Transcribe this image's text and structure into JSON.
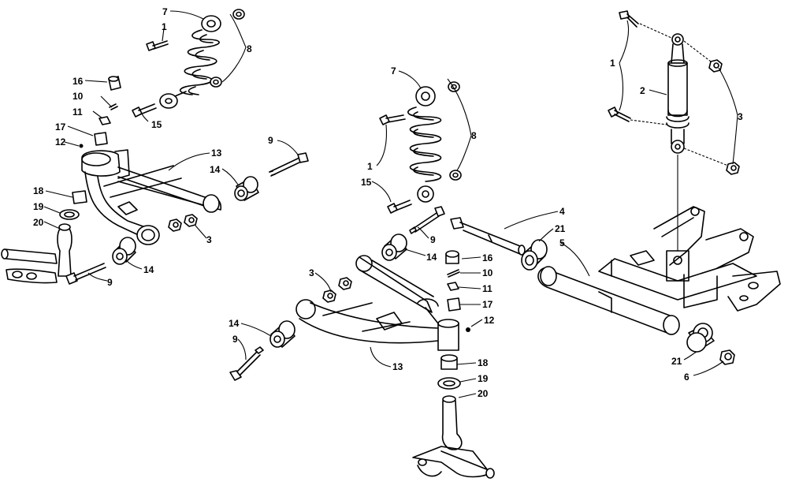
{
  "diagram": {
    "callouts": [
      {
        "id": "l-7-left",
        "text": "7"
      },
      {
        "id": "l-1-left",
        "text": "1"
      },
      {
        "id": "l-8-left",
        "text": "8"
      },
      {
        "id": "l-16-left",
        "text": "16"
      },
      {
        "id": "l-10-left",
        "text": "10"
      },
      {
        "id": "l-11-left",
        "text": "11"
      },
      {
        "id": "l-15-left",
        "text": "15"
      },
      {
        "id": "l-17-left",
        "text": "17"
      },
      {
        "id": "l-12-left",
        "text": "12"
      },
      {
        "id": "l-13-left",
        "text": "13"
      },
      {
        "id": "l-9-left-top",
        "text": "9"
      },
      {
        "id": "l-14-left-top",
        "text": "14"
      },
      {
        "id": "l-18-left",
        "text": "18"
      },
      {
        "id": "l-19-left",
        "text": "19"
      },
      {
        "id": "l-20-left",
        "text": "20"
      },
      {
        "id": "l-3-left",
        "text": "3"
      },
      {
        "id": "l-14-left-bottom",
        "text": "14"
      },
      {
        "id": "l-9-left-bottom",
        "text": "9"
      },
      {
        "id": "l-7-center",
        "text": "7"
      },
      {
        "id": "l-8-center",
        "text": "8"
      },
      {
        "id": "l-1-center",
        "text": "1"
      },
      {
        "id": "l-15-center",
        "text": "15"
      },
      {
        "id": "l-9-center",
        "text": "9"
      },
      {
        "id": "l-14-center",
        "text": "14"
      },
      {
        "id": "l-16-center",
        "text": "16"
      },
      {
        "id": "l-10-center",
        "text": "10"
      },
      {
        "id": "l-11-center",
        "text": "11"
      },
      {
        "id": "l-17-center",
        "text": "17"
      },
      {
        "id": "l-12-center",
        "text": "12"
      },
      {
        "id": "l-3-center",
        "text": "3"
      },
      {
        "id": "l-14-center-bottom",
        "text": "14"
      },
      {
        "id": "l-9-center-bottom",
        "text": "9"
      },
      {
        "id": "l-13-center",
        "text": "13"
      },
      {
        "id": "l-18-center",
        "text": "18"
      },
      {
        "id": "l-19-center",
        "text": "19"
      },
      {
        "id": "l-20-center",
        "text": "20"
      },
      {
        "id": "l-4",
        "text": "4"
      },
      {
        "id": "l-21-top",
        "text": "21"
      },
      {
        "id": "l-5",
        "text": "5"
      },
      {
        "id": "l-21-bottom",
        "text": "21"
      },
      {
        "id": "l-6",
        "text": "6"
      },
      {
        "id": "l-1-right",
        "text": "1"
      },
      {
        "id": "l-2",
        "text": "2"
      },
      {
        "id": "l-3-right",
        "text": "3"
      }
    ]
  }
}
